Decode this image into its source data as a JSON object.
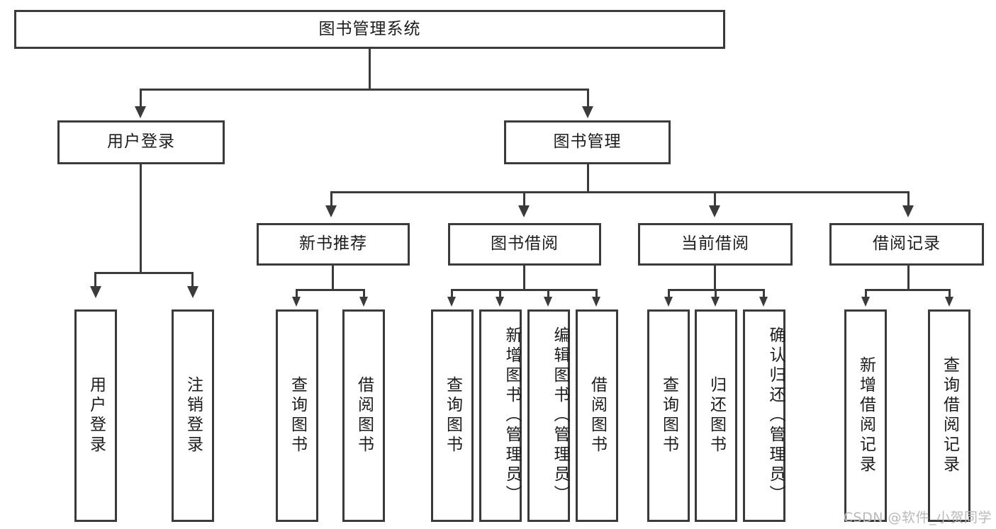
{
  "diagram": {
    "title": "图书管理系统",
    "root": {
      "label": "图书管理系统"
    },
    "level2": [
      {
        "label": "用户登录"
      },
      {
        "label": "图书管理"
      }
    ],
    "level3": [
      {
        "label": "新书推荐"
      },
      {
        "label": "图书借阅"
      },
      {
        "label": "当前借阅"
      },
      {
        "label": "借阅记录"
      }
    ],
    "leaves": {
      "user_login": [
        {
          "label": "用户登录"
        },
        {
          "label": "注销登录"
        }
      ],
      "new_book_recommend": [
        {
          "label": "查询图书"
        },
        {
          "label": "借阅图书"
        }
      ],
      "book_borrow": [
        {
          "label": "查询图书"
        },
        {
          "label": "新增图书（管理员）"
        },
        {
          "label": "编辑图书（管理员）"
        },
        {
          "label": "借阅图书"
        }
      ],
      "current_borrow": [
        {
          "label": "查询图书"
        },
        {
          "label": "归还图书"
        },
        {
          "label": "确认归还（管理员）"
        }
      ],
      "borrow_records": [
        {
          "label": "新增借阅记录"
        },
        {
          "label": "查询借阅记录"
        }
      ]
    }
  },
  "watermark": {
    "text": "CSDN @软件_小贺同学"
  },
  "colors": {
    "stroke": "#3b3b3b",
    "text": "#1c1c1c",
    "background": "#ffffff",
    "watermark": "#b9b9b9"
  }
}
